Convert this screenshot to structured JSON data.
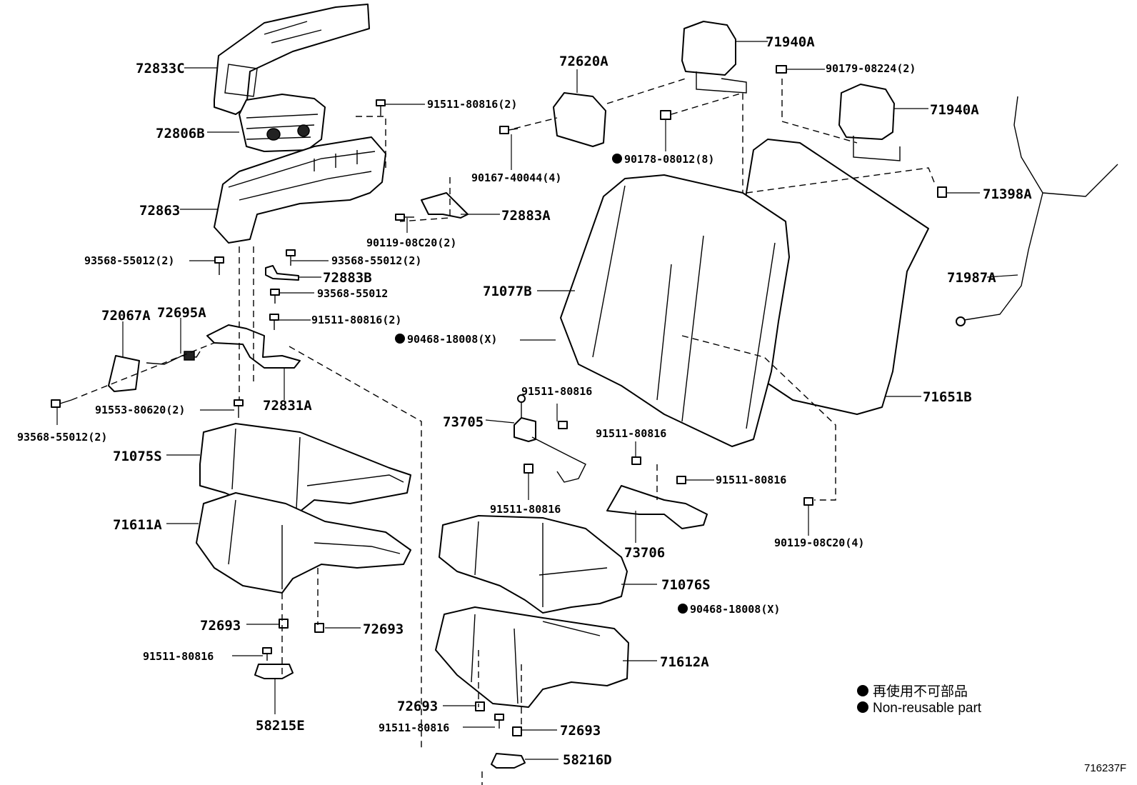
{
  "labels": {
    "p72833C": "72833C",
    "p72806B": "72806B",
    "p72863": "72863",
    "p93568_2_top": "93568-55012(2)",
    "p93568_2_mid": "93568-55012(2)",
    "p72883B": "72883B",
    "p93568_single": "93568-55012",
    "p91511_2_top": "91511-80816(2)",
    "p91511_2_mid": "91511-80816(2)",
    "p72620A": "72620A",
    "p90167": "90167-40044(4)",
    "p72883A": "72883A",
    "p90119_2": "90119-08C20(2)",
    "p72067A": "72067A",
    "p72695A": "72695A",
    "p72831A": "72831A",
    "p91553": "91553-80620(2)",
    "p93568_2_low": "93568-55012(2)",
    "p71075S": "71075S",
    "p71611A": "71611A",
    "p72693_a": "72693",
    "p72693_b": "72693",
    "p91511_left": "91511-80816",
    "p58215E": "58215E",
    "p71940A_top": "71940A",
    "p90179": "90179-08224(2)",
    "p71940A_right": "71940A",
    "p90178": "90178-08012(8)",
    "p71398A": "71398A",
    "p71077B": "71077B",
    "p71987A": "71987A",
    "p90468_top": "90468-18008(X)",
    "p71651B": "71651B",
    "p91511_73705": "91511-80816",
    "p73705": "73705",
    "p91511_mid1": "91511-80816",
    "p91511_mid2": "91511-80816",
    "p91511_below": "91511-80816",
    "p73706": "73706",
    "p90119_4": "90119-08C20(4)",
    "p71076S": "71076S",
    "p90468_bottom": "90468-18008(X)",
    "p71612A": "71612A",
    "p72693_c": "72693",
    "p91511_bottom": "91511-80816",
    "p72693_d": "72693",
    "p58216D": "58216D"
  },
  "legend": {
    "line_ja": "再使用不可部品",
    "line_en": "Non-reusable part"
  },
  "diagram_code": "716237F"
}
